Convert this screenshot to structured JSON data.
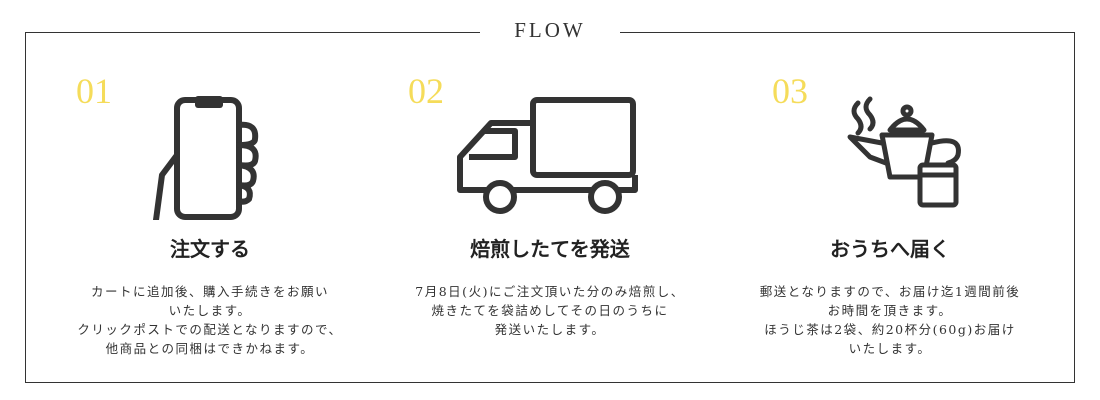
{
  "heading": "FLOW",
  "steps": [
    {
      "number": "01",
      "title": "注文する",
      "desc": [
        "カートに追加後、購入手続きをお願い",
        "いたします。",
        "クリックポストでの配送となりますので、",
        "他商品との同梱はできかねます。"
      ]
    },
    {
      "number": "02",
      "title": "焙煎したてを発送",
      "desc": [
        "7月8日(火)にご注文頂いた分のみ焙煎し、",
        "焼きたてを袋詰めしてその日のうちに",
        "発送いたします。"
      ]
    },
    {
      "number": "03",
      "title": "おうちへ届く",
      "desc": [
        "郵送となりますので、お届け迄1週間前後",
        "お時間を頂きます。",
        "ほうじ茶は2袋、約20杯分(60g)お届け",
        "いたします。"
      ]
    }
  ],
  "colors": {
    "accent": "#f5dc5a",
    "line": "#333333"
  }
}
